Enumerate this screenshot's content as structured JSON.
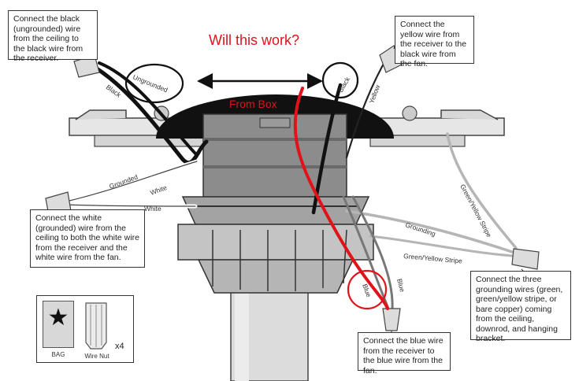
{
  "question_text": "Will this work?",
  "from_box_text": "From Box",
  "callouts": {
    "black": "Connect the black (ungrounded) wire from the ceiling to the black wire from the receiver.",
    "yellow": "Connect the yellow wire from the receiver to the black wire from the fan.",
    "white": "Connect the white (grounded) wire from the ceiling to both the white wire from the receiver and the white wire from the fan.",
    "ground": "Connect the three grounding wires (green, green/yellow stripe, or bare copper) coming from the ceiling, downrod, and hanging bracket.",
    "blue": "Connect the blue wire from the receiver to the blue wire from the fan."
  },
  "wire_labels": {
    "black_left": "Black",
    "ungrounded": "Ungrounded",
    "black_right": "Black",
    "yellow": "Yellow",
    "grounded": "Grounded",
    "white_1": "White",
    "white_2": "White",
    "green_yellow_stripe_right": "Green/Yellow Stripe",
    "grounding": "Grounding",
    "green_yellow_stripe_lower": "Green/Yellow Stripe",
    "blue_1": "Blue",
    "blue_2": "Blue"
  },
  "parts": {
    "bag_label": "BAG",
    "wire_nut_label": "Wire Nut",
    "quantity": "x4"
  },
  "colors": {
    "annotation_red": "#e0131b",
    "fan_dark": "#1a1a1a",
    "housing_gray": "#8c8c8c"
  }
}
